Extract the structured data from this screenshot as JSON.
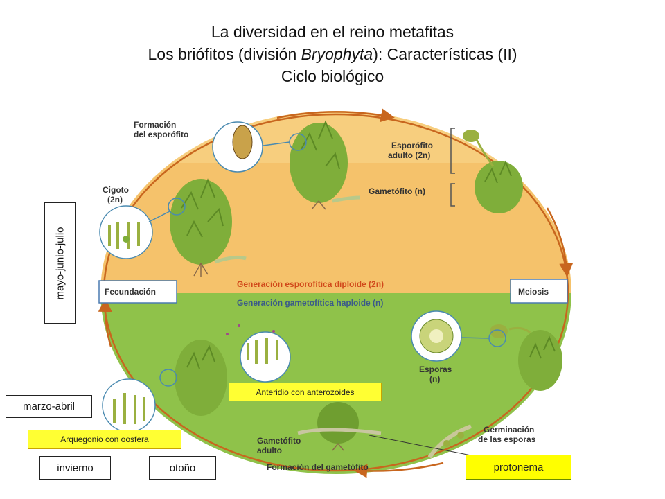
{
  "title": {
    "line1": "La diversidad en el reino metafitas",
    "line2_prefix": "Los briófitos (división ",
    "line2_italic": "Bryophyta",
    "line2_suffix": "): Características (II)",
    "line3": "Ciclo biológico"
  },
  "diagram": {
    "formacion_esporofito": [
      "Formación",
      "del esporófito"
    ],
    "esporofito_adulto": [
      "Esporófito",
      "adulto (2n)"
    ],
    "gametofito_n": "Gametófito (n)",
    "cigoto": [
      "Cigoto",
      "(2n)"
    ],
    "fecundacion": "Fecundación",
    "meiosis": "Meiosis",
    "gen_esporofitica": "Generación esporofítica diploide (2n)",
    "gen_gametofitica": "Generación gametofítica haploide (n)",
    "esporas": [
      "Esporas",
      "(n)"
    ],
    "germinacion": [
      "Germinación",
      "de las esporas"
    ],
    "gametofito_adulto": [
      "Gametófito",
      "adulto"
    ],
    "formacion_gametofito": "Formación del gametófito"
  },
  "labels": {
    "mayo_junio_julio": "mayo-junio-julio",
    "marzo_abril": "marzo-abril",
    "invierno": "invierno",
    "otono": "otoño",
    "arquegonio": "Arquegonio con oosfera",
    "anteridio": "Anteridio con anterozoides",
    "protonema": "protonema"
  },
  "colors": {
    "upper_half": "#f5c26b",
    "lower_half": "#8fc24a",
    "moss": "#7fae3a",
    "arrow": "#c8661e",
    "label_yellow": "#ffff33"
  }
}
